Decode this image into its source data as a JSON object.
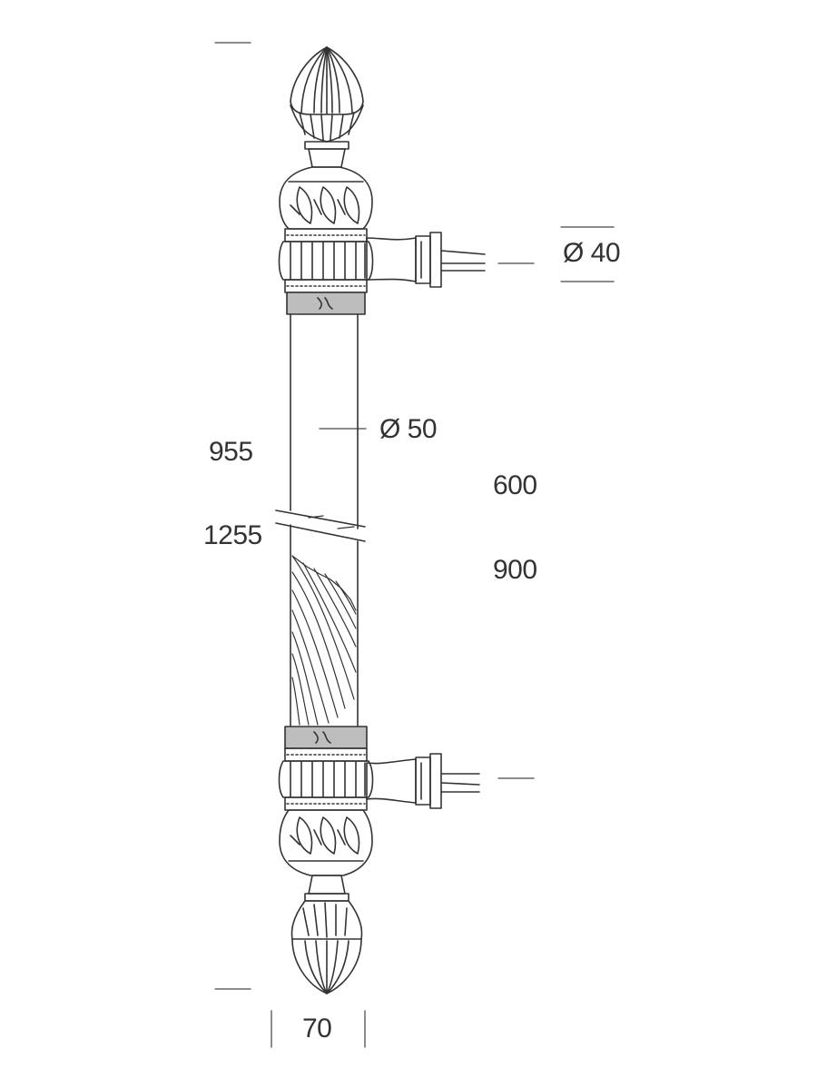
{
  "dimensions": {
    "pin_diameter": "Ø 40",
    "bar_diameter": "Ø 50",
    "overall_short": "955",
    "overall_long": "1255",
    "centers_short": "600",
    "centers_long": "900",
    "width": "70"
  },
  "colors": {
    "line": "#333333",
    "dim_line": "#555555",
    "background": "#ffffff",
    "band_fill": "#bdbdbd"
  }
}
